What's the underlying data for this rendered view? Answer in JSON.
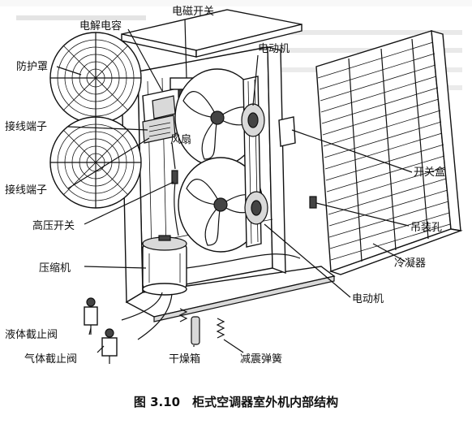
{
  "labels": {
    "capacitor": "电解电容",
    "solenoid_switch": "电磁开关",
    "guard": "防护罩",
    "motor_top": "电动机",
    "terminal_1": "接线端子",
    "fan": "风扇",
    "switch_box": "开关盒",
    "terminal_2": "接线端子",
    "hp_switch": "高压开关",
    "hanging_hole": "吊装孔",
    "compressor": "压缩机",
    "condenser": "冷凝器",
    "motor_bottom": "电动机",
    "liquid_valve": "液体截止阀",
    "gas_valve": "气体截止阀",
    "dryer": "干燥箱",
    "damping_spring": "减震弹簧"
  },
  "caption": "图 3.10　柜式空调器室外机内部结构"
}
